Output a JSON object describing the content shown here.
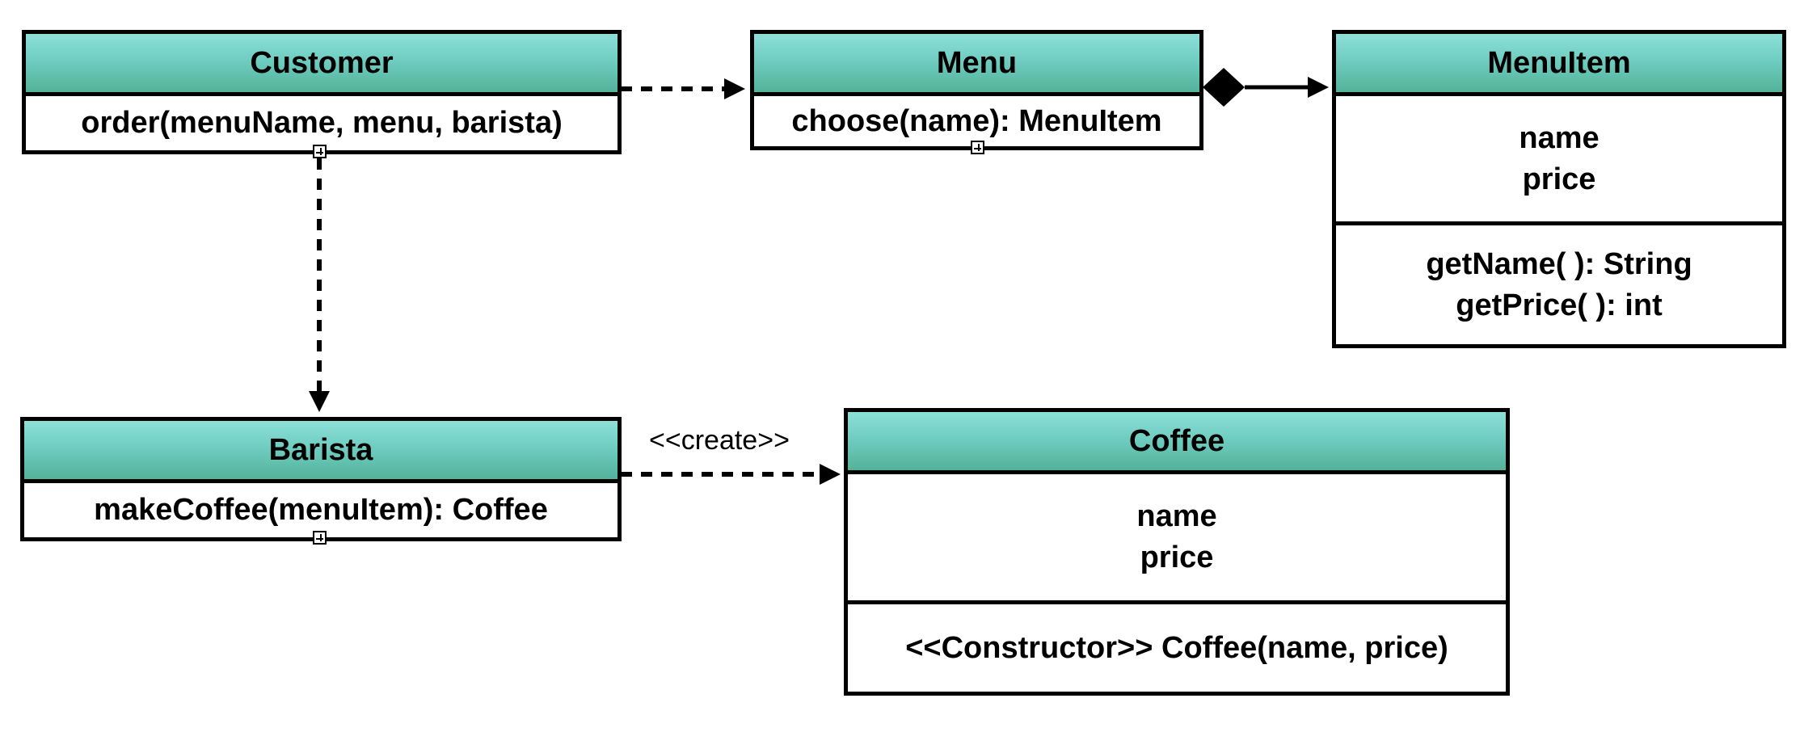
{
  "classes": {
    "customer": {
      "name": "Customer",
      "methods": [
        "order(menuName, menu, barista)"
      ]
    },
    "menu": {
      "name": "Menu",
      "methods": [
        "choose(name): MenuItem"
      ]
    },
    "menuitem": {
      "name": "MenuItem",
      "attributes": [
        "name",
        "price"
      ],
      "methods": [
        "getName( ): String",
        "getPrice( ): int"
      ]
    },
    "barista": {
      "name": "Barista",
      "methods": [
        "makeCoffee(menuItem): Coffee"
      ]
    },
    "coffee": {
      "name": "Coffee",
      "attributes": [
        "name",
        "price"
      ],
      "methods": [
        "<<Constructor>> Coffee(name, price)"
      ]
    }
  },
  "relations": {
    "customer_menu": {
      "type": "dependency",
      "from": "Customer",
      "to": "Menu"
    },
    "menu_menuitem": {
      "type": "composition",
      "from": "Menu",
      "to": "MenuItem"
    },
    "customer_barista": {
      "type": "dependency",
      "from": "Customer",
      "to": "Barista"
    },
    "barista_coffee": {
      "type": "dependency",
      "from": "Barista",
      "to": "Coffee",
      "label": "<<create>>"
    }
  },
  "colors": {
    "header_top": "#8de0d8",
    "header_bottom": "#53b298",
    "line": "#000000"
  }
}
